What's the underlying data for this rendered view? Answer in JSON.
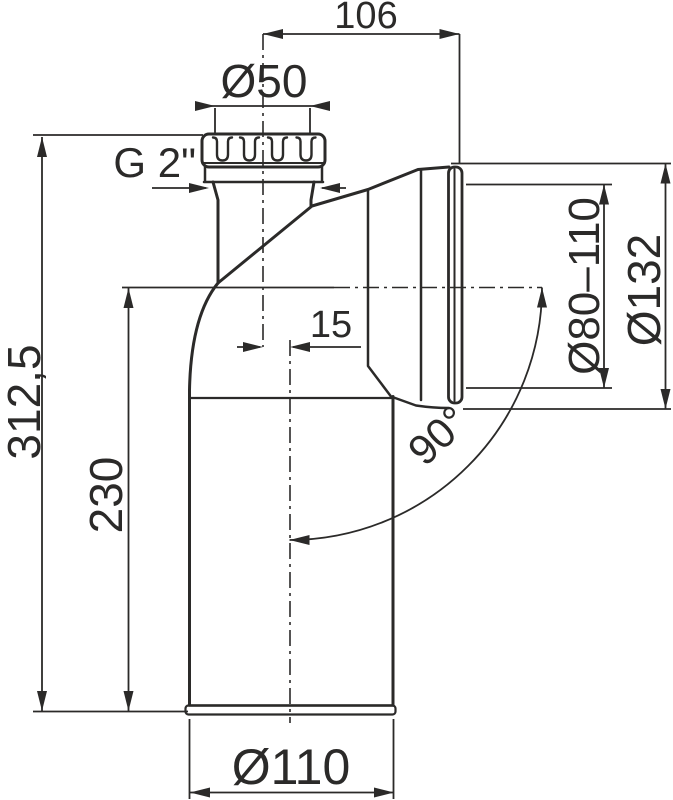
{
  "drawing": {
    "type": "technical-dimension-drawing",
    "subject": "90-degree WC connector elbow with G 2\" threaded inlet",
    "ink_color": "#2b2a29",
    "background_color": "#ffffff",
    "labels": {
      "width_top": "106",
      "inlet_diameter": "Ø50",
      "thread_size": "G 2\"",
      "axis_offset": "15",
      "height_total": "312,5",
      "height_body": "230",
      "outlet_clamp_range": "Ø80–110",
      "outlet_flange_diameter": "Ø132",
      "elbow_angle": "90°",
      "pipe_diameter": "Ø110"
    }
  }
}
